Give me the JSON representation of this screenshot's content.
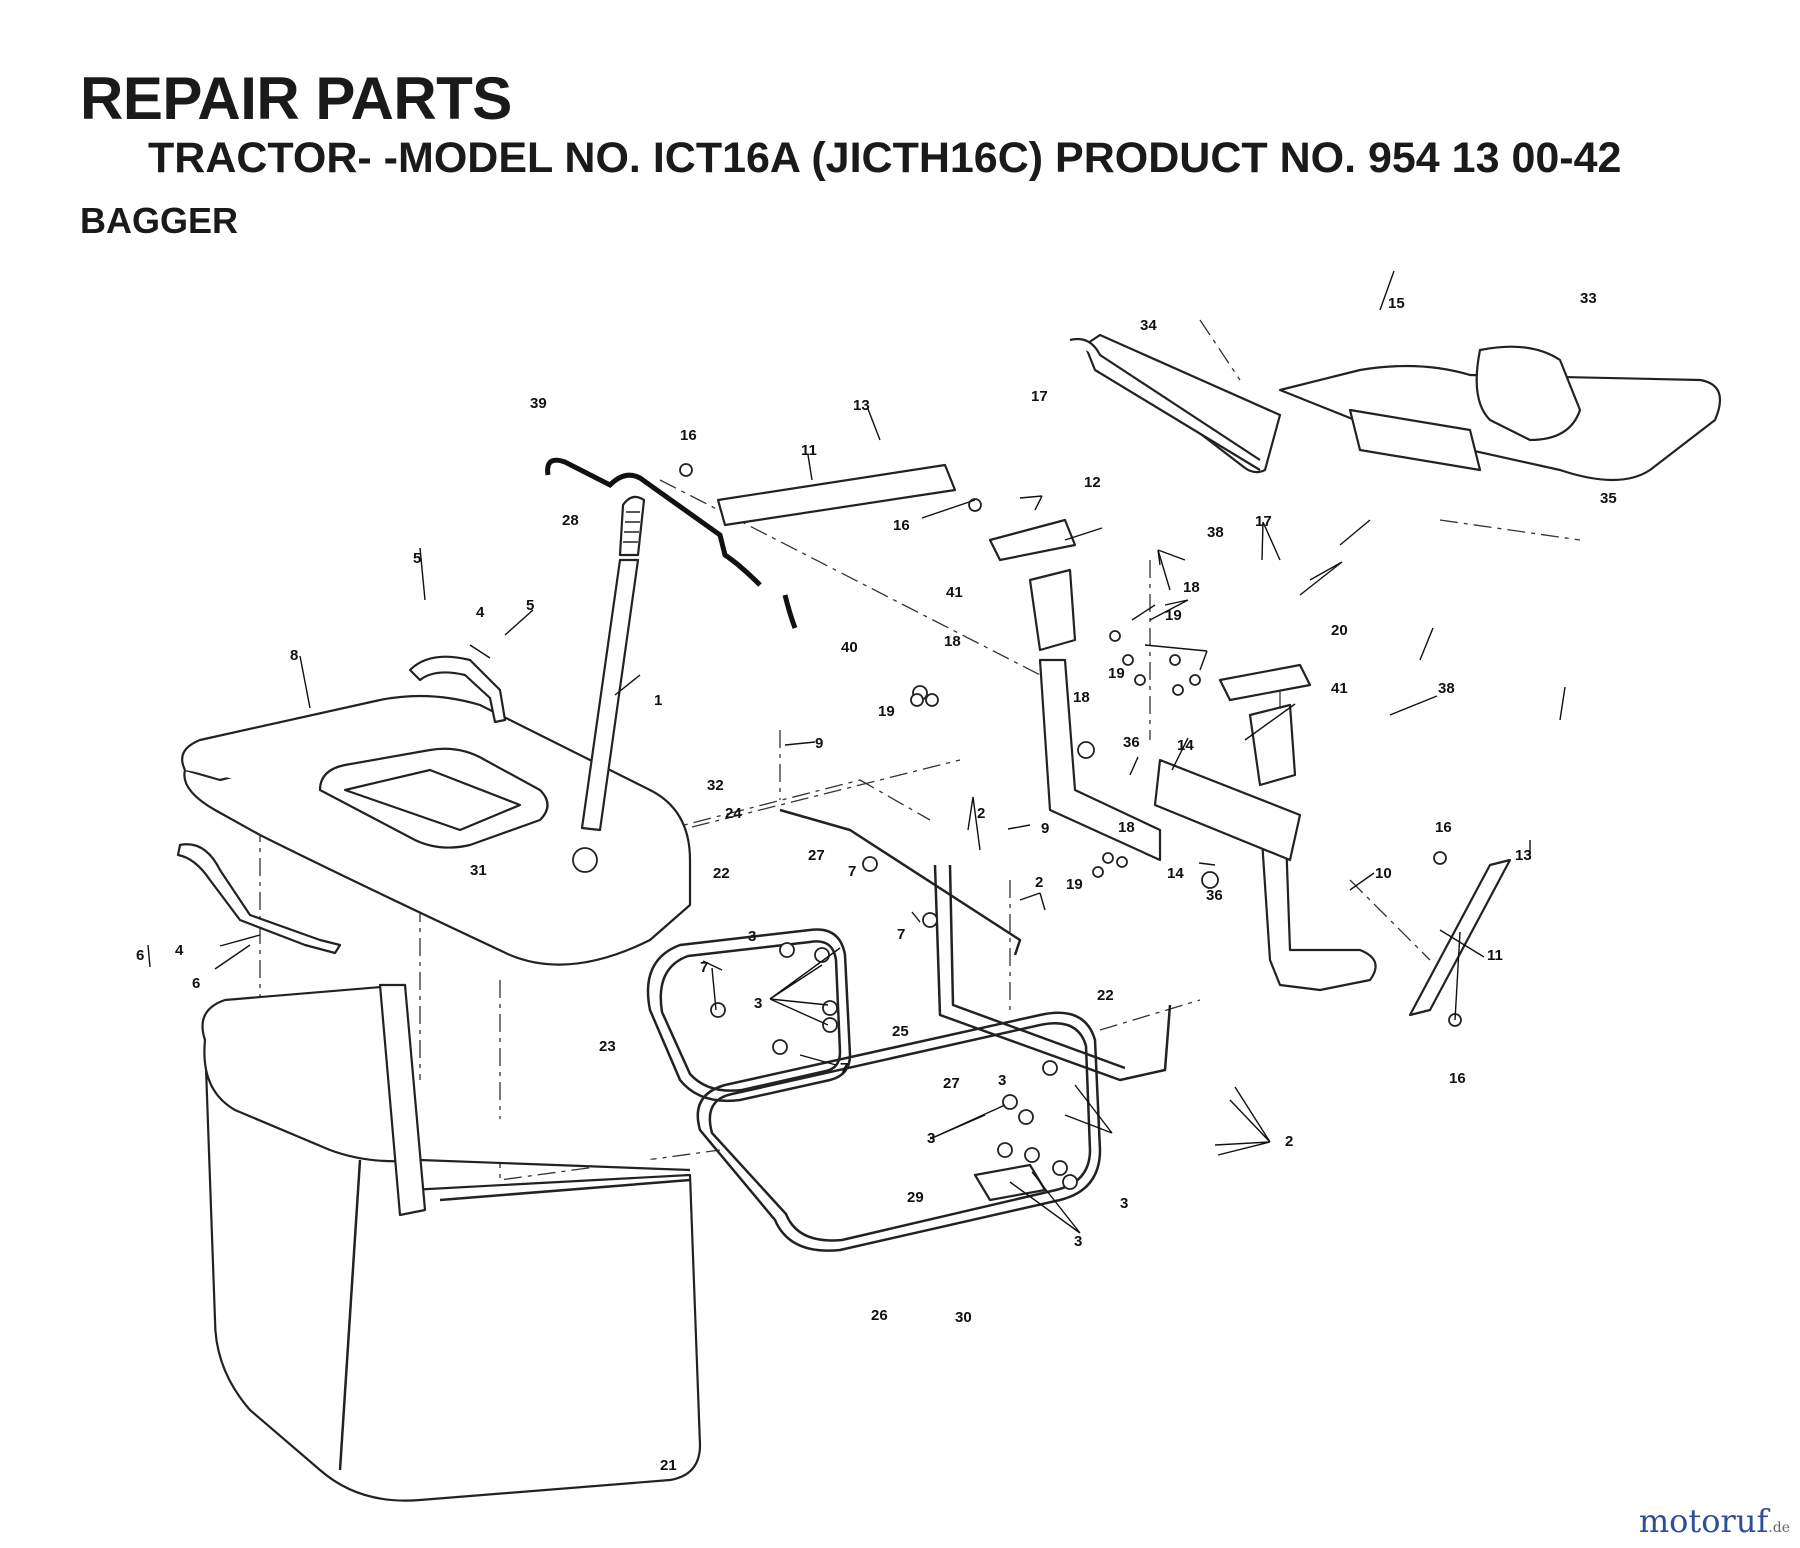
{
  "header": {
    "title": "REPAIR PARTS",
    "subtitle": "TRACTOR- -MODEL NO. ICT16A (JICTH16C) PRODUCT NO. 954 13 00-42",
    "section": "BAGGER"
  },
  "callouts": [
    "1",
    "2",
    "3",
    "4",
    "5",
    "6",
    "7",
    "8",
    "9",
    "10",
    "11",
    "12",
    "13",
    "14",
    "15",
    "16",
    "17",
    "18",
    "19",
    "20",
    "21",
    "22",
    "23",
    "24",
    "25",
    "26",
    "27",
    "28",
    "29",
    "30",
    "31",
    "32",
    "33",
    "34",
    "35",
    "36",
    "38",
    "39",
    "40",
    "41"
  ],
  "watermark": {
    "brand": "motoruf",
    "tld": ".de"
  }
}
